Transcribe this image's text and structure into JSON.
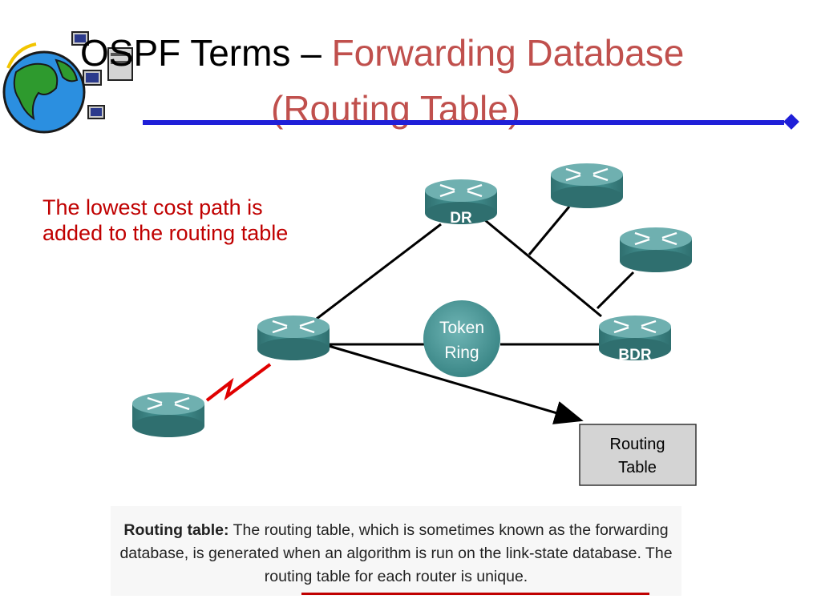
{
  "title": {
    "prefix": "OSPF Terms – ",
    "highlight_line1": "Forwarding Database",
    "highlight_line2": "(Routing Table)"
  },
  "note": {
    "line1": "The lowest cost path is",
    "line2": "added to the routing table"
  },
  "diagram": {
    "routers": [
      {
        "id": "dr",
        "label": "DR"
      },
      {
        "id": "bdr",
        "label": "BDR"
      },
      {
        "id": "left",
        "label": ""
      },
      {
        "id": "remote",
        "label": ""
      },
      {
        "id": "top-right",
        "label": ""
      },
      {
        "id": "mid-right",
        "label": ""
      }
    ],
    "token_ring": {
      "line1": "Token",
      "line2": "Ring"
    },
    "routing_table": {
      "line1": "Routing",
      "line2": "Table"
    }
  },
  "caption": {
    "term": "Routing table:",
    "text": "The routing table, which is sometimes known as the forwarding database, is generated when an algorithm is run on the link-state database. The routing table for each router is unique."
  },
  "colors": {
    "accent": "#c0504d",
    "note": "#c00000",
    "rule": "#1f1fd8",
    "router": "#3f8f8f",
    "serial_link": "#e00000"
  },
  "icons": [
    "globe-computers-icon",
    "router-icon",
    "token-ring-icon"
  ]
}
